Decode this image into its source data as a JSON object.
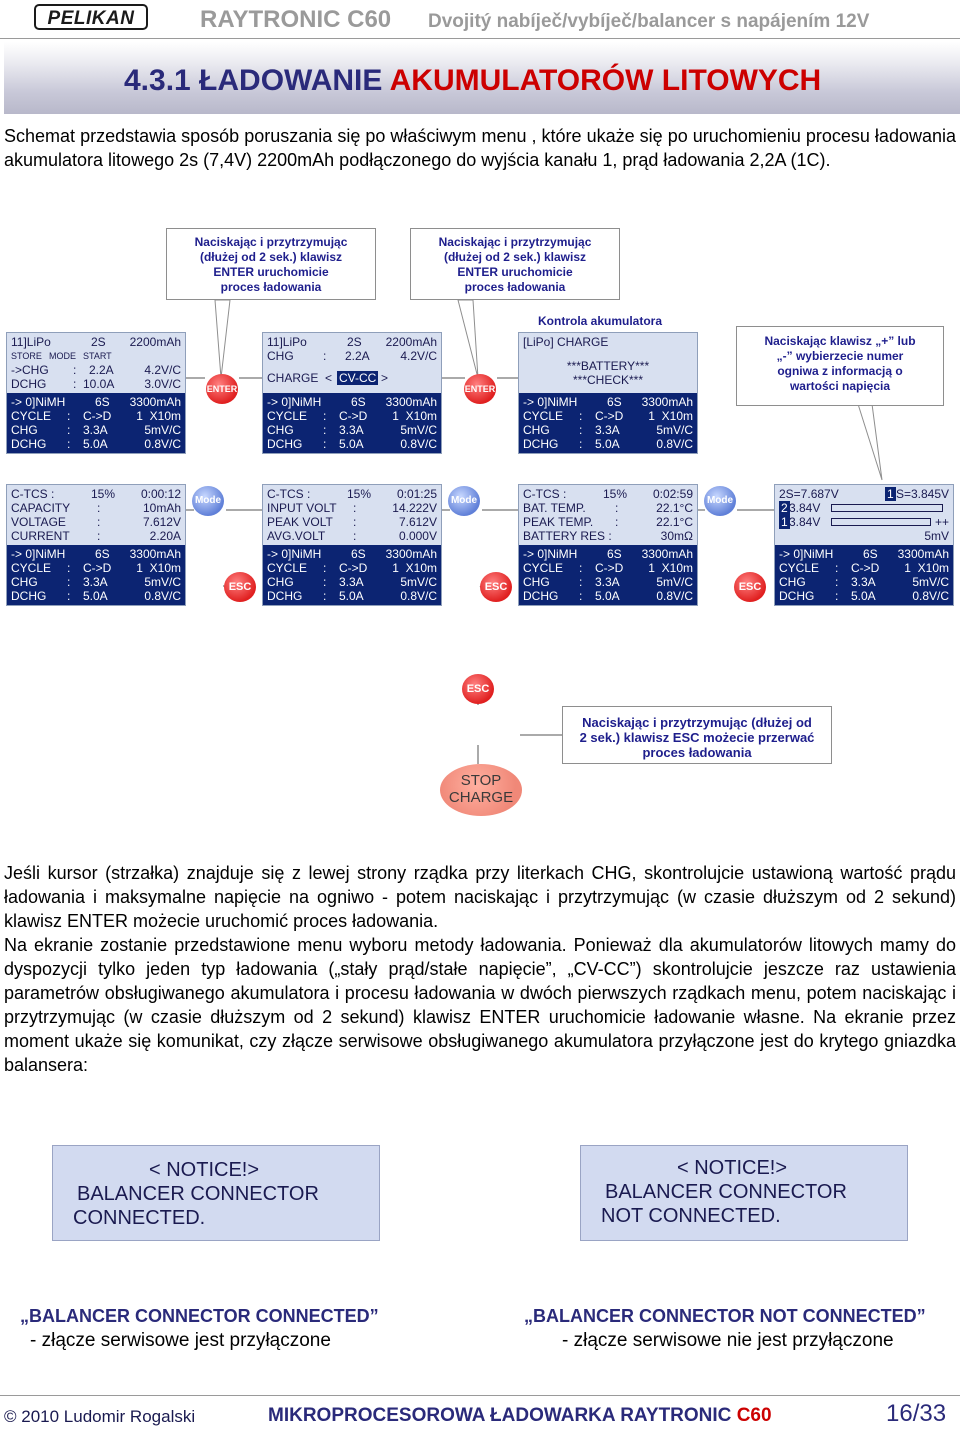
{
  "header": {
    "logo": "PELIKAN",
    "model": "RAYTRONIC C60",
    "subtitle": "Dvojitý nabíječ/vybíječ/balancer s napájením 12V"
  },
  "section": {
    "title_a": "4.3.1 ŁADOWANIE ",
    "title_b": "AKUMULATORÓW LITOWYCH"
  },
  "intro": "Schemat przedstawia sposób poruszania się po właściwym menu , które ukaże się po uruchomieniu procesu ładowania akumulatora litowego 2s (7,4V) 2200mAh podłączonego do wyjścia kanału 1, prąd ładowania 2,2A (1C).",
  "notes": {
    "hold_enter_1": [
      "Naciskając i przytrzymując",
      "(dłużej od 2 sek.) klawisz",
      "ENTER uruchomicie",
      "proces ładowania"
    ],
    "hold_enter_2": [
      "Naciskając i przytrzymując",
      "(dłużej od 2 sek.) klawisz",
      "ENTER uruchomicie",
      "proces ładowania"
    ],
    "battery_check": "Kontrola akumulatora",
    "plus_minus": [
      "Naciskając klawisz „+” lub",
      "„-” wybierzecie numer",
      "ogniwa z informacją o",
      "wartości napięcia"
    ],
    "hold_esc": [
      "Naciskając i przytrzymując (dłużej od",
      "2 sek.) klawisz ESC możecie przerwać",
      "proces ładowania"
    ]
  },
  "buttons": {
    "enter": "ENTER",
    "mode": "Mode",
    "esc": "ESC",
    "stop": [
      "STOP",
      "CHARGE"
    ]
  },
  "lcd1": {
    "l1": [
      "11]LiPo",
      "2S",
      "2200mAh"
    ],
    "l2": [
      "STORE",
      "MODE",
      "START"
    ],
    "l3": [
      "->CHG",
      ":",
      "2.2A",
      "4.2V/C"
    ],
    "l4": [
      "DCHG",
      ":",
      "10.0A",
      "3.0V/C"
    ]
  },
  "lcd2": {
    "l1": [
      "11]LiPo",
      "2S",
      "2200mAh"
    ],
    "l2": [
      "CHG",
      ":",
      "2.2A",
      "4.2V/C"
    ],
    "l3": [
      "CHARGE",
      "<",
      "CV-CC",
      ">"
    ]
  },
  "lcd3": {
    "l1": "[LiPo] CHARGE",
    "l2": "***BATTERY***",
    "l3": "***CHECK***"
  },
  "lcd4": {
    "l1": [
      "C-TCS :",
      "15%",
      "0:00:12"
    ],
    "l2": [
      "CAPACITY",
      ":",
      "10mAh"
    ],
    "l3": [
      "VOLTAGE",
      ":",
      "7.612V"
    ],
    "l4": [
      "CURRENT",
      ":",
      "2.20A"
    ]
  },
  "lcd5": {
    "l1": [
      "C-TCS :",
      "15%",
      "0:01:25"
    ],
    "l2": [
      "INPUT VOLT",
      ":",
      "14.222V"
    ],
    "l3": [
      "PEAK VOLT",
      ":",
      "7.612V"
    ],
    "l4": [
      "AVG.VOLT",
      ":",
      "0.000V"
    ]
  },
  "lcd6": {
    "l1": [
      "C-TCS :",
      "15%",
      "0:02:59"
    ],
    "l2": [
      "BAT. TEMP.",
      ":",
      "22.1°C"
    ],
    "l3": [
      "PEAK TEMP.",
      ":",
      "22.1°C"
    ],
    "l4": [
      "BATTERY RES :",
      "30mΩ"
    ]
  },
  "lcd7": {
    "l1": [
      "2S=7.687V",
      "1",
      "S=3.845V"
    ],
    "l2": [
      "2",
      "3.84V"
    ],
    "l3": [
      "1",
      "3.84V",
      "++"
    ],
    "l4": "5mV"
  },
  "ch2": {
    "r1": [
      "-> 0]NiMH",
      "6S",
      "3300mAh"
    ],
    "r2": [
      "CYCLE",
      ":",
      "C->D",
      "1  X10m"
    ],
    "r3": [
      "CHG",
      ":",
      "3.3A",
      "5mV/C"
    ],
    "r4": [
      "DCHG",
      ":",
      "5.0A",
      "0.8V/C"
    ]
  },
  "body": [
    "Jeśli kursor (strzałka) znajduje się z lewej strony rządka przy literkach CHG, skontrolujcie ustawioną wartość prądu ładowania i maksymalne napięcie na ogniwo - potem naciskając i przytrzymując (w czasie dłuższym od 2 sekund) klawisz ENTER możecie uruchomić proces ładowania.",
    "Na ekranie zostanie przedstawione menu wyboru metody ładowania. Ponieważ dla akumulatorów litowych mamy do dyspozycji tylko jeden typ ładowania („stały prąd/stałe napięcie”, „CV-CC”) skontrolujcie jeszcze raz ustawienia parametrów obsługiwanego akumulatora i procesu ładowania w dwóch pierwszych rządkach menu, potem naciskając i przytrzymując (w czasie dłuższym od 2 sekund) klawisz ENTER uruchomicie ładowanie własne. Na ekranie przez moment ukaże się komunikat, czy złącze serwisowe obsługiwanego akumulatora przyłączone jest do krytego gniazdka balansera:"
  ],
  "notice_connected": [
    "< NOTICE!>",
    "BALANCER  CONNECTOR",
    "CONNECTED."
  ],
  "notice_not_connected": [
    "< NOTICE!>",
    "BALANCER  CONNECTOR",
    "NOT  CONNECTED."
  ],
  "captions": {
    "left_title": "„BALANCER CONNECTOR CONNECTED”",
    "left_sub": "- złącze serwisowe jest przyłączone",
    "right_title": "„BALANCER CONNECTOR  NOT CONNECTED”",
    "right_sub": "- złącze serwisowe  nie jest przyłączone"
  },
  "footer": {
    "copyright": "© 2010 Ludomir Rogalski",
    "title_a": "MIKROPROCESOROWA ŁADOWARKA RAYTRONIC ",
    "title_b": "C60",
    "page": "16/33"
  },
  "colors": {
    "lcd_dark": "#0c2472",
    "lcd_light": "#d8e0f0",
    "title_blue": "#2a2a7a",
    "accent_red": "#cc0000"
  }
}
